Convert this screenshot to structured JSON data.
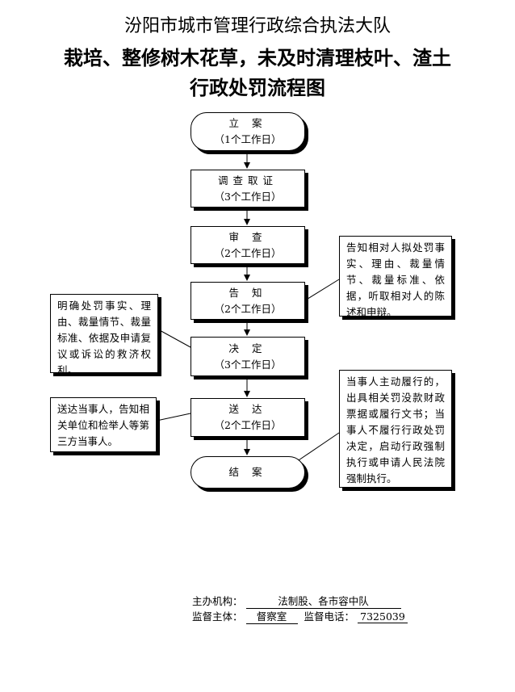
{
  "title": {
    "line1": "汾阳市城市管理行政综合执法大队",
    "line2": "栽培、整修树木花草，未及时清理枝叶、渣土",
    "line3": "行政处罚流程图"
  },
  "steps": [
    {
      "label": "立 案",
      "duration": "（1个工作日）"
    },
    {
      "label": "调查取证",
      "duration": "（3个工作日）"
    },
    {
      "label": "审 查",
      "duration": "（2个工作日）"
    },
    {
      "label": "告 知",
      "duration": "（2个工作日）"
    },
    {
      "label": "决 定",
      "duration": "（3个工作日）"
    },
    {
      "label": "送 达",
      "duration": "（2个工作日）"
    },
    {
      "label": "结 案"
    }
  ],
  "notes": {
    "notify": "告知相对人拟处罚事实、理由、裁量情节、裁量标准、依据，听取相对人的陈述和申辩。",
    "decision": "明确处罚事实、理由、裁量情节、裁量标准、依据及申请复议或诉讼的救济权利。",
    "delivery": "送达当事人，告知相关单位和检举人等第三方当事人。",
    "enforcement": "当事人主动履行的，出具相关罚没款财政票据或履行文书；当事人不履行行政处罚决定，启动行政强制执行或申请人民法院强制执行。"
  },
  "footer": {
    "host_label": "主办机构：",
    "host_value": "法制股、各市容中队",
    "supervisor_label": "监督主体：",
    "supervisor_value": "督察室",
    "phone_label": "监督电话：",
    "phone_value": "7325039"
  }
}
